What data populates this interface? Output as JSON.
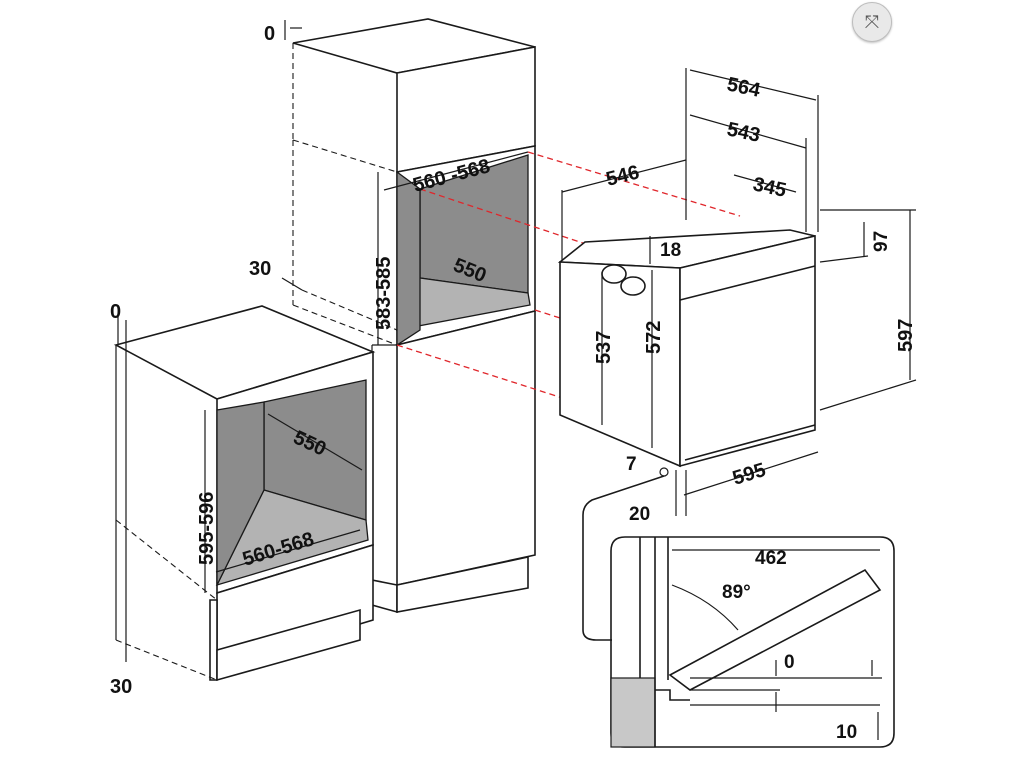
{
  "close_button": {
    "icon": "expand-arrows-icon",
    "glyph": "⤧"
  },
  "labels": {
    "tall_top_gap": "0",
    "tall_mid_gap": "30",
    "tall_niche_width": "560 -568",
    "tall_niche_height": "583-585",
    "tall_niche_depth": "550",
    "base_top_gap": "0",
    "base_bottom_gap": "30",
    "base_niche_height": "595-596",
    "base_niche_depth": "550",
    "base_niche_width": "560-568",
    "oven_depth_total": "564",
    "oven_depth_body": "543",
    "oven_depth_side": "546",
    "oven_rear": "345",
    "oven_top_offset": "18",
    "oven_panel_height": "97",
    "oven_body_height": "537",
    "oven_front_height": "572",
    "oven_total_height": "597",
    "oven_width": "595",
    "oven_bottom_gap": "7",
    "oven_front_depth": "20",
    "door_depth": "462",
    "door_angle": "89°",
    "door_gap_top": "0",
    "door_gap_bottom": "10"
  }
}
